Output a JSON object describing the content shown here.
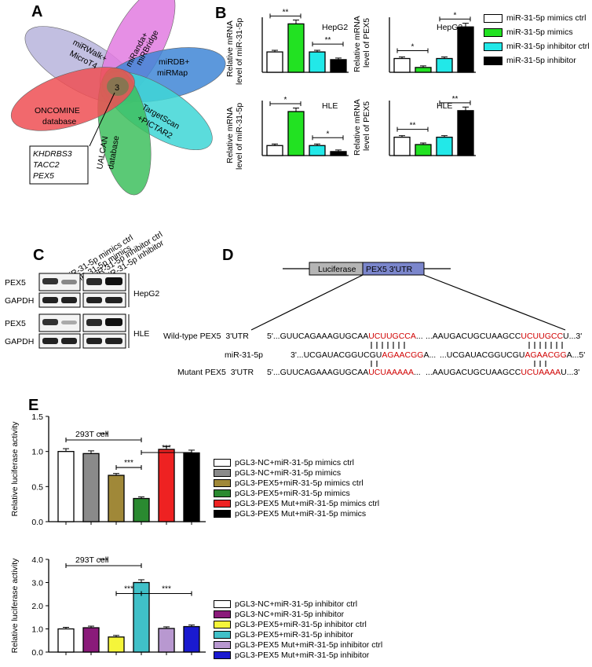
{
  "panels": {
    "A": "A",
    "B": "B",
    "C": "C",
    "D": "D",
    "E": "E"
  },
  "venn": {
    "petals": [
      {
        "label1": "miRWalk+",
        "label2": "MicroT4",
        "color": "#b7b4dc"
      },
      {
        "label1": "miRanda+",
        "label2": "miRBridge",
        "color": "#e27be0"
      },
      {
        "label1": "miRDB+",
        "label2": "miRMap",
        "color": "#3f86d6"
      },
      {
        "label1": "TargetScan",
        "label2": "+PICTAR2",
        "color": "#3ed6d6"
      },
      {
        "label1": "UALCAN",
        "label2": "database",
        "color": "#3ec05e"
      },
      {
        "label1": "ONCOMINE",
        "label2": "database",
        "color": "#ee4f53"
      }
    ],
    "center_count": "3",
    "genes": [
      "KHDRBS3",
      "TACC2",
      "PEX5"
    ]
  },
  "panel_b": {
    "legend": [
      {
        "label": "miR-31-5p mimics ctrl",
        "color": "#ffffff"
      },
      {
        "label": "miR-31-5p mimics",
        "color": "#22e222"
      },
      {
        "label": "miR-31-5p inhibitor ctrl",
        "color": "#22e8e8"
      },
      {
        "label": "miR-31-5p inhibitor",
        "color": "#000000"
      }
    ],
    "y_label1": "Relative  mRNA",
    "charts": [
      {
        "cell": "HepG2",
        "ylabel2": "level of miR-31-5p"
      },
      {
        "cell": "HepG2",
        "ylabel2": "level of PEX5"
      },
      {
        "cell": "HLE",
        "ylabel2": "level of miR-31-5p"
      },
      {
        "cell": "HLE",
        "ylabel2": "level of PEX5"
      }
    ]
  },
  "chart_data": [
    {
      "type": "bar",
      "cell": "HepG2",
      "ylabel": "Relative mRNA level of miR-31-5p",
      "values": [
        3.7,
        8.8,
        3.7,
        2.3
      ],
      "ymax": 10,
      "sig": [
        "**",
        "**"
      ]
    },
    {
      "type": "bar",
      "cell": "HepG2",
      "ylabel": "Relative mRNA level of PEX5",
      "values": [
        1.0,
        0.35,
        1.0,
        3.3
      ],
      "ymax": 4,
      "sig": [
        "*",
        "*"
      ]
    },
    {
      "type": "bar",
      "cell": "HLE",
      "ylabel": "Relative mRNA level of miR-31-5p",
      "values": [
        1.0,
        4.4,
        1.0,
        0.4
      ],
      "ymax": 5.5,
      "sig": [
        "*",
        "*"
      ]
    },
    {
      "type": "bar",
      "cell": "HLE",
      "ylabel": "Relative mRNA level of PEX5",
      "values": [
        1.0,
        0.6,
        1.0,
        2.45
      ],
      "ymax": 3,
      "sig": [
        "**",
        "**"
      ]
    },
    {
      "type": "bar",
      "title": "293T cell",
      "ylabel": "Relative luciferase activity",
      "categories": [
        "pGL3-NC+miR-31-5p mimics ctrl",
        "pGL3-NC+miR-31-5p mimics",
        "pGL3-PEX5+miR-31-5p mimics ctrl",
        "pGL3-PEX5+miR-31-5p mimics",
        "pGL3-PEX5 Mut+miR-31-5p mimics ctrl",
        "pGL3-PEX5 Mut+miR-31-5p mimics"
      ],
      "values": [
        1.0,
        0.97,
        0.66,
        0.33,
        1.03,
        0.98
      ],
      "colors": [
        "#ffffff",
        "#8a8a8a",
        "#a08838",
        "#2a8a30",
        "#ee2222",
        "#000000"
      ],
      "ylim": [
        0,
        1.5
      ],
      "yticks": [
        "0.0",
        "0.5",
        "1.0",
        "1.5"
      ],
      "sig": [
        "***",
        "***",
        "***"
      ]
    },
    {
      "type": "bar",
      "title": "293T cell",
      "ylabel": "Relative luciferase activity",
      "categories": [
        "pGL3-NC+miR-31-5p inhibitor ctrl",
        "pGL3-NC+miR-31-5p inhibitor",
        "pGL3-PEX5+miR-31-5p inhibitor ctrl",
        "pGL3-PEX5+miR-31-5p inhibitor",
        "pGL3-PEX5 Mut+miR-31-5p inhibitor ctrl",
        "pGL3-PEX5 Mut+miR-31-5p inhibitor"
      ],
      "values": [
        1.0,
        1.05,
        0.65,
        3.0,
        1.02,
        1.1
      ],
      "colors": [
        "#ffffff",
        "#8a1a7a",
        "#f5f53a",
        "#40c0c8",
        "#b898d0",
        "#1a1ad0"
      ],
      "ylim": [
        0,
        4
      ],
      "yticks": [
        "0.0",
        "1.0",
        "2.0",
        "3.0",
        "4.0"
      ],
      "sig": [
        "***",
        "***",
        "***"
      ]
    }
  ],
  "blot": {
    "lanes": [
      "miR-31-5p mimics ctrl",
      "miR-31-5p mimics",
      "miR-31-5p inhibitor ctrl",
      "miR-31-5p inhibitor"
    ],
    "rows": [
      "PEX5",
      "GAPDH",
      "PEX5",
      "GAPDH"
    ],
    "cells": [
      "HepG2",
      "HLE"
    ]
  },
  "construct": {
    "luciferase": "Luciferase",
    "utr": "PEX5   3'UTR",
    "wt_label": "Wild-type PEX5  3'UTR",
    "mir_label": "miR-31-5p",
    "mut_label": "Mutant PEX5  3'UTR",
    "wt1_pre": "5'...GUUCAGAAAGUGCAA",
    "wt1_red": "UCUUGCCA",
    "wt1_post": "...",
    "wt2_pre": "...AAUGACUGCUAAGCC",
    "wt2_red": "UCUUGCC",
    "wt2_post": "U...3'",
    "mir1_pre": "3'...UCGAUACGGUCGU",
    "mir1_red": "AGAACGG",
    "mir1_post": "A...",
    "mir2_pre": "...UCGAUACGGUCGU",
    "mir2_red": "AGAACGG",
    "mir2_post": "A...5'",
    "mut1_pre": "5'...GUUCAGAAAGUGCAA",
    "mut1_red": "UCUAAAAA",
    "mut1_post": "...",
    "mut2_pre": "...AAUGACUGCUAAGCC",
    "mut2_red": "UCUAAAA",
    "mut2_post": "U...3'"
  }
}
